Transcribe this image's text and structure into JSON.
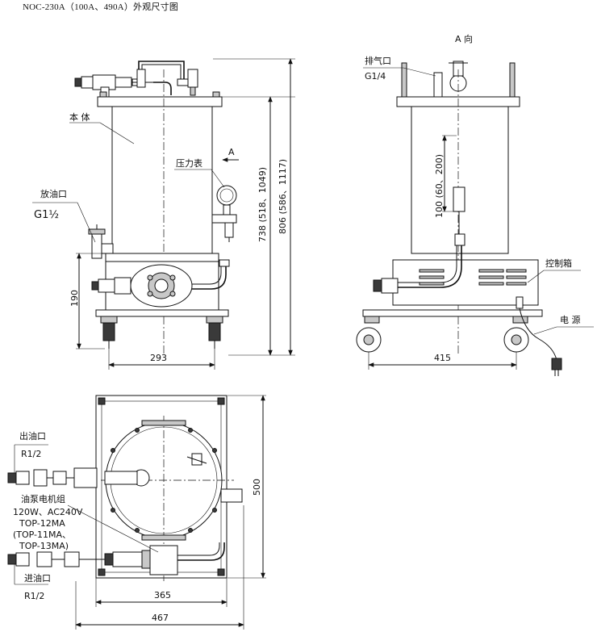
{
  "title": "NOC-230A（100A、490A）外观尺寸图",
  "front_view": {
    "label_body": "本 体",
    "label_pressure_gauge": "压力表",
    "label_drain": "放油口",
    "label_drain_size": "G1½",
    "arrow_a": "A",
    "dim_height_full": "806 (586、1117)",
    "dim_height_body": "738 (518、1049)",
    "dim_base": "190",
    "dim_width": "293"
  },
  "side_view": {
    "view_title": "A 向",
    "label_vent": "排气口",
    "label_vent_size": "G1/4",
    "label_control_box": "控制箱",
    "label_power": "电 源",
    "dim_gauge": "100 (60、200)",
    "dim_width": "415"
  },
  "top_view": {
    "label_outlet": "出油口",
    "label_outlet_size": "R1/2",
    "label_motor_group": "油泵电机组",
    "motor_spec_1": "120W、AC240V",
    "motor_spec_2": "TOP-12MA",
    "motor_spec_3": "(TOP-11MA、",
    "motor_spec_4": "TOP-13MA)",
    "label_inlet": "进油口",
    "label_inlet_size": "R1/2",
    "dim_depth": "500",
    "dim_inner_width": "365",
    "dim_outer_width": "467"
  }
}
